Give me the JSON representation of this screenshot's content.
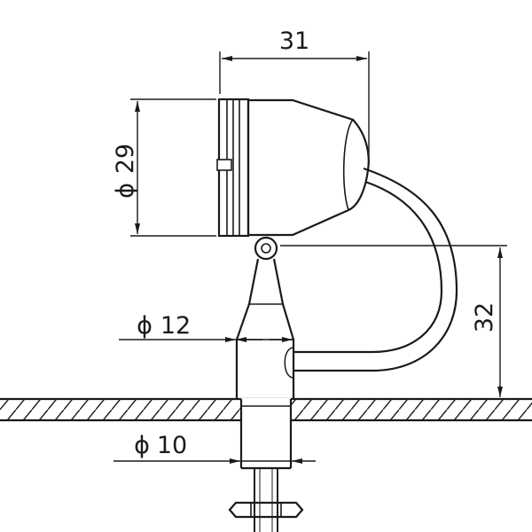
{
  "dimensions": {
    "width": "31",
    "diameter_head": "29",
    "diameter_stem": "12",
    "diameter_shaft": "10",
    "height": "32",
    "diameter_symbol": "ϕ"
  },
  "colors": {
    "line": "#1a1a1a",
    "background": "#ffffff"
  }
}
